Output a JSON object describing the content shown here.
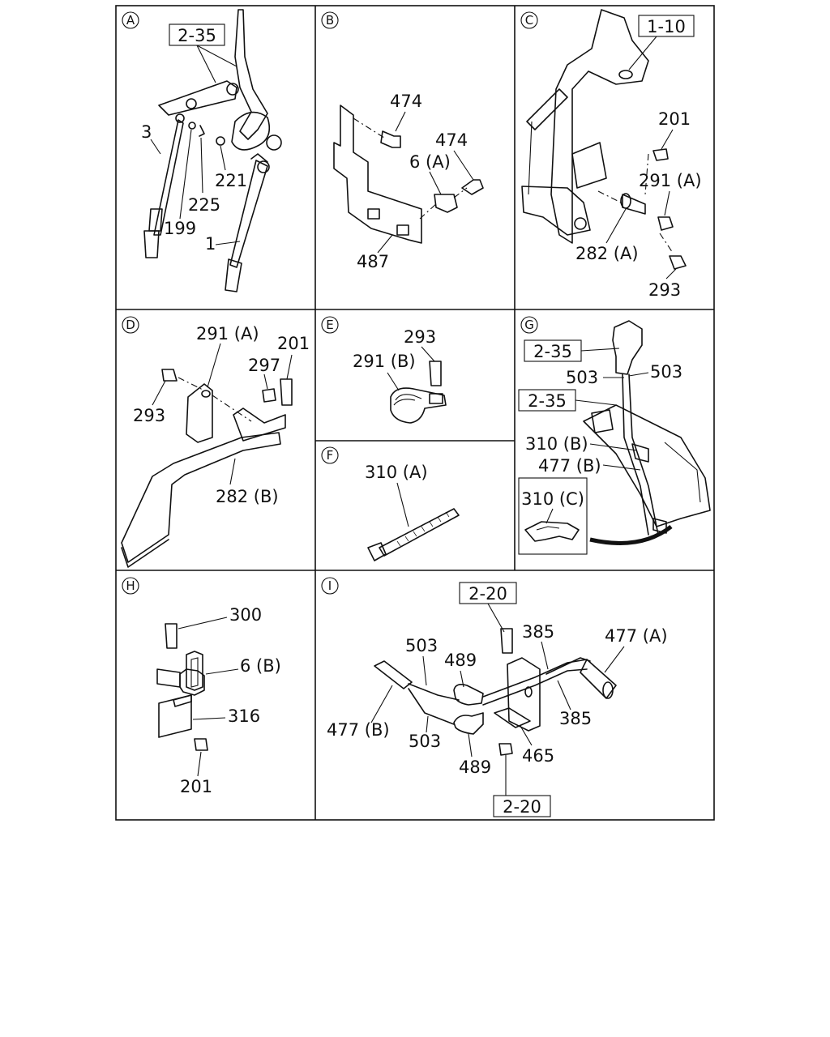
{
  "panels": {
    "A": {
      "letter": "A",
      "ref_box": "2-35",
      "labels": {
        "p3": "3",
        "p199": "199",
        "p225": "225",
        "p221": "221",
        "p1": "1"
      }
    },
    "B": {
      "letter": "B",
      "labels": {
        "p474a": "474",
        "p474b": "474",
        "p6a": "6 (A)",
        "p487": "487"
      }
    },
    "C": {
      "letter": "C",
      "ref_box": "1-10",
      "labels": {
        "p201": "201",
        "p291a": "291 (A)",
        "p282a": "282 (A)",
        "p293": "293"
      }
    },
    "D": {
      "letter": "D",
      "labels": {
        "p291a": "291 (A)",
        "p201": "201",
        "p297": "297",
        "p293": "293",
        "p282b": "282 (B)"
      }
    },
    "E": {
      "letter": "E",
      "labels": {
        "p293": "293",
        "p291b": "291 (B)"
      }
    },
    "F": {
      "letter": "F",
      "labels": {
        "p310a": "310 (A)"
      }
    },
    "G": {
      "letter": "G",
      "ref_box_top": "2-35",
      "ref_box_mid": "2-35",
      "labels": {
        "p503a": "503",
        "p503b": "503",
        "p310b": "310 (B)",
        "p477b": "477 (B)",
        "p310c": "310 (C)"
      }
    },
    "H": {
      "letter": "H",
      "labels": {
        "p300": "300",
        "p6b": "6 (B)",
        "p316": "316",
        "p201": "201"
      }
    },
    "I": {
      "letter": "I",
      "ref_box_top": "2-20",
      "ref_box_bottom": "2-20",
      "labels": {
        "p385a": "385",
        "p477a": "477 (A)",
        "p503a": "503",
        "p489a": "489",
        "p477b": "477 (B)",
        "p503b": "503",
        "p489b": "489",
        "p465": "465",
        "p385b": "385"
      }
    }
  }
}
